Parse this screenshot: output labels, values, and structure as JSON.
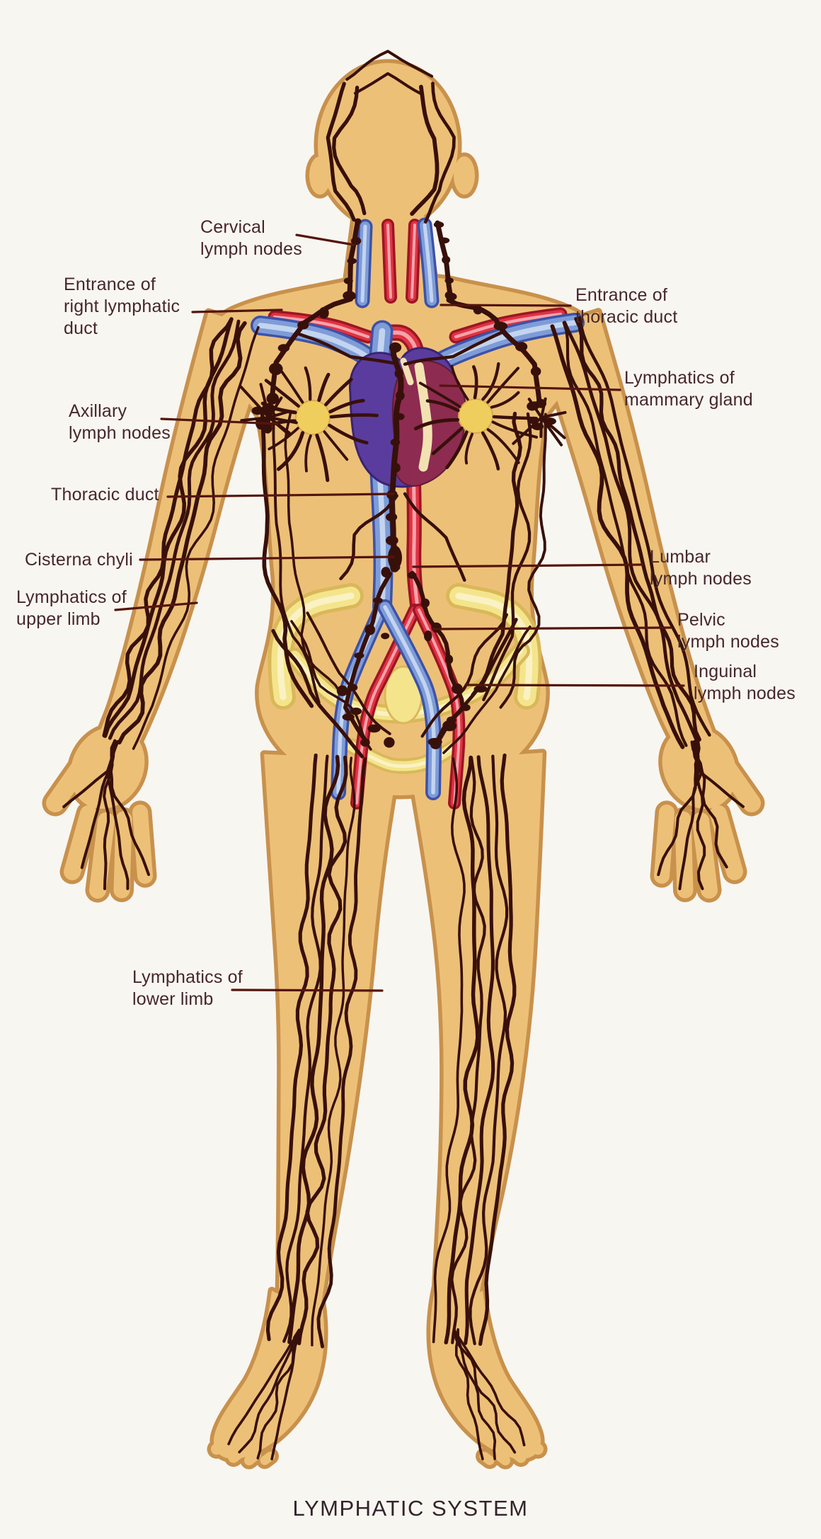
{
  "title": "LYMPHATIC SYSTEM",
  "labels": {
    "cervical": "Cervical\nlymph nodes",
    "entrance_right": "Entrance of\nright lymphatic\nduct",
    "entrance_thoracic": "Entrance of\nthoracic duct",
    "mammary": "Lymphatics of\nmammary gland",
    "axillary": "Axillary\nlymph nodes",
    "thoracic_duct": "Thoracic duct",
    "cisterna": "Cisterna chyli",
    "upper_limb": "Lymphatics of\nupper limb",
    "lumbar": "Lumbar\nlymph nodes",
    "pelvic": "Pelvic\nlymph nodes",
    "inguinal": "Inguinal\nlymph nodes",
    "lower_limb": "Lymphatics of\nlower limb"
  },
  "colors": {
    "background": "#f8f6f1",
    "skin": "#edc078",
    "skin_outline": "#c8914c",
    "lymph_vessel": "#38100a",
    "vein_dark": "#3d52a8",
    "vein": "#7e9cd8",
    "vein_highlight": "#c3d4ef",
    "artery_dark": "#9c1524",
    "artery": "#e03343",
    "artery_highlight": "#f6a3ab",
    "heart_purple": "#5a3c9e",
    "heart_crimson": "#8e2b50",
    "heart_cream": "#f2e2b2",
    "bone_edge": "#d9b85a",
    "bone": "#f4e58c",
    "bone_light": "#faf2c4",
    "gland_center": "#efce5e",
    "label_text": "#46272b",
    "leader_line": "#54150d",
    "title_text": "#32232a"
  }
}
